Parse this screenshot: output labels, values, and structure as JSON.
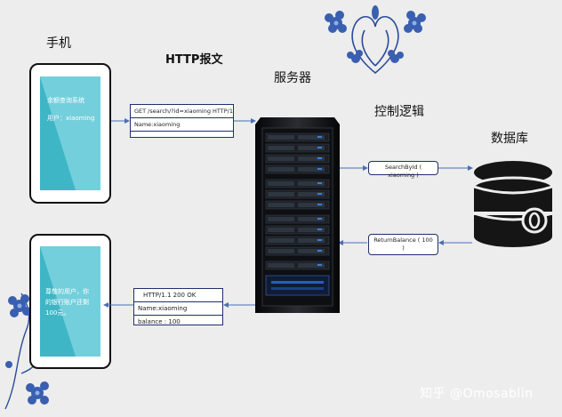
{
  "labels": {
    "phone": "手机",
    "http_message": "HTTP报文",
    "server": "服务器",
    "control_logic": "控制逻辑",
    "database": "数据库"
  },
  "phone_top": {
    "line1": "余额查询系统",
    "line2": "用户：xiaoming"
  },
  "phone_bottom": {
    "line1": "尊敬的用户，你",
    "line2": "的银行账户还剩",
    "line3": "100元。"
  },
  "request": {
    "line1": "GET    /search/?id=xiaoming        HTTP/1.1",
    "line2": "Name:xiaoming"
  },
  "response": {
    "line1": "HTTP/1.1          200        OK",
    "line2": "Name:xiaoming",
    "line3": "balance : 100"
  },
  "calls": {
    "search": "SearchById ( xiaoming )",
    "return_line1": "ReturnBalance ( 100",
    "return_line2": ")"
  },
  "watermark": "知乎 @Omosablin",
  "colors": {
    "screen": "#3fb6c6",
    "arrow": "#4a6fb5",
    "server": "#15171b",
    "database": "#1a1a1a",
    "flower": "#3a5fb0"
  },
  "icons": [
    "phone-top",
    "phone-bottom",
    "server-rack",
    "database-icon",
    "floral-ornament-top",
    "floral-ornament-left"
  ]
}
